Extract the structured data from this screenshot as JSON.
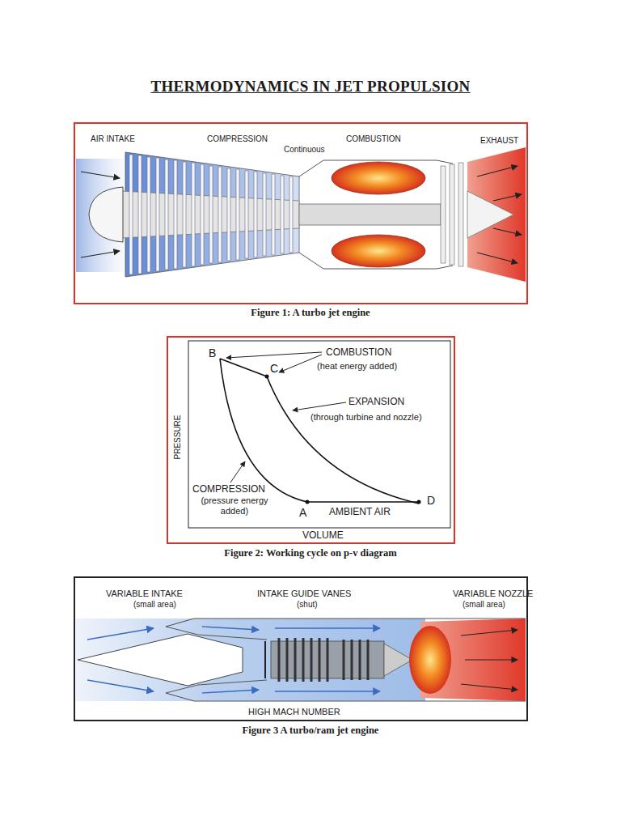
{
  "diagram": {
    "title": "THERMODYNAMICS IN JET PROPULSION",
    "labels": [
      "AIR INTAKE",
      "COMPRESSION",
      "Continuous",
      "COMBUSTION",
      "EXHAUST",
      "Figure 1: A turbo jet engine",
      "B",
      "C",
      "COMBUSTION",
      "(heat energy added)",
      "EXPANSION",
      "(through turbine and nozzle)",
      "PRESSURE",
      "COMPRESSION",
      "(pressure energy added)",
      "A",
      "AMBIENT AIR",
      "D",
      "VOLUME",
      "Figure 2: Working cycle on p-v diagram",
      "VARIABLE INTAKE",
      "(small area)",
      "INTAKE GUIDE VANES",
      "(shut)",
      "VARIABLE NOZZLE",
      "(small area)",
      "HIGH MACH NUMBER",
      "Figure 3 A turbo/ram jet engine"
    ]
  }
}
